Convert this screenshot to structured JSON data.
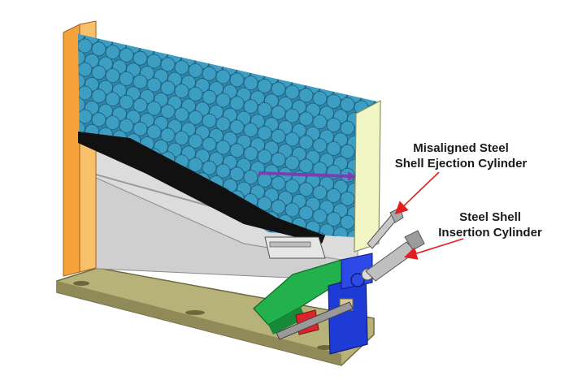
{
  "callouts": {
    "ejection": {
      "line1": "Misaligned Steel",
      "line2": "Shell Ejection Cylinder"
    },
    "insertion": {
      "line1": "Steel Shell",
      "line2": "Insertion Cylinder"
    }
  },
  "colors": {
    "shells": "#3d9ec4",
    "shell_outline": "#1f5e78",
    "back_panel": "#dcdcdc",
    "left_frame": "#f5a23a",
    "right_frame": "#f2f6c4",
    "base_plate": "#b7b27a",
    "guide_black": "#111111",
    "chute_green": "#22b14c",
    "housing_blue": "#1f3bd6",
    "block_red": "#d9262a",
    "pointer_purple": "#7a3fb0",
    "arrow_red": "#e02020"
  }
}
